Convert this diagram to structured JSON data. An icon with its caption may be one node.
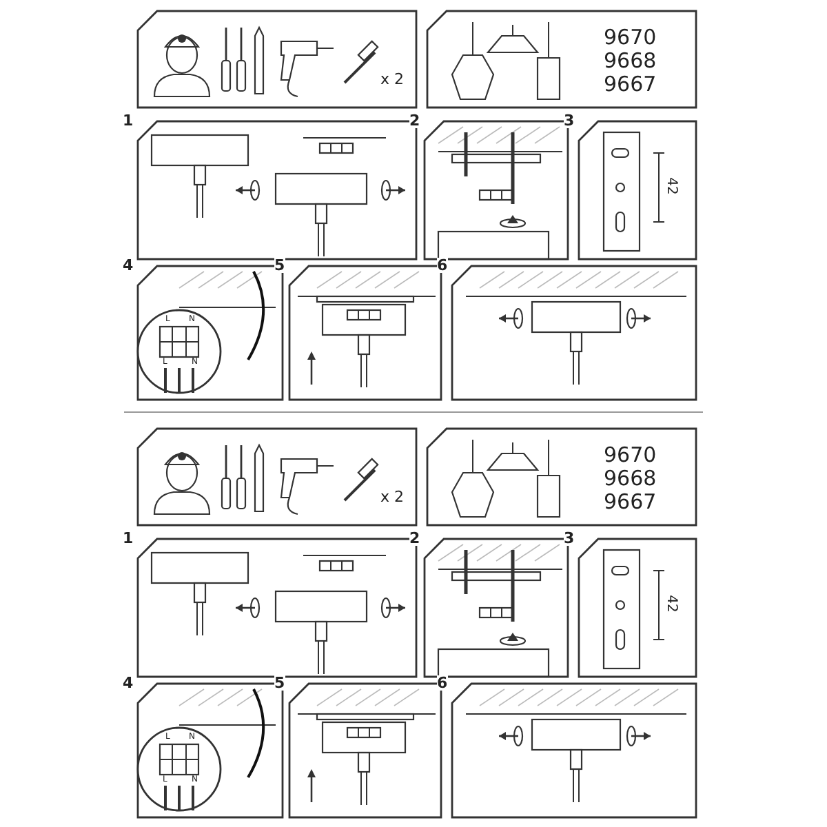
{
  "diagram": {
    "nodes": [
      {
        "text": [
          "x 2"
        ]
      },
      {
        "text": [
          "9670",
          "9668",
          "9667"
        ]
      },
      {
        "text": [
          "1"
        ]
      },
      {
        "text": [
          "2"
        ]
      },
      {
        "text": [
          "3",
          "42"
        ]
      },
      {
        "text": [
          "4",
          "L",
          "N",
          "L",
          "N"
        ]
      },
      {
        "text": [
          "5"
        ]
      },
      {
        "text": [
          "6"
        ]
      },
      {
        "text": [
          "x 2"
        ]
      },
      {
        "text": [
          "9670",
          "9668",
          "9667"
        ]
      },
      {
        "text": [
          "1"
        ]
      },
      {
        "text": [
          "2"
        ]
      },
      {
        "text": [
          "3",
          "42"
        ]
      },
      {
        "text": [
          "4",
          "L",
          "N",
          "L",
          "N"
        ]
      },
      {
        "text": [
          "5"
        ]
      },
      {
        "text": [
          "6"
        ]
      }
    ]
  }
}
